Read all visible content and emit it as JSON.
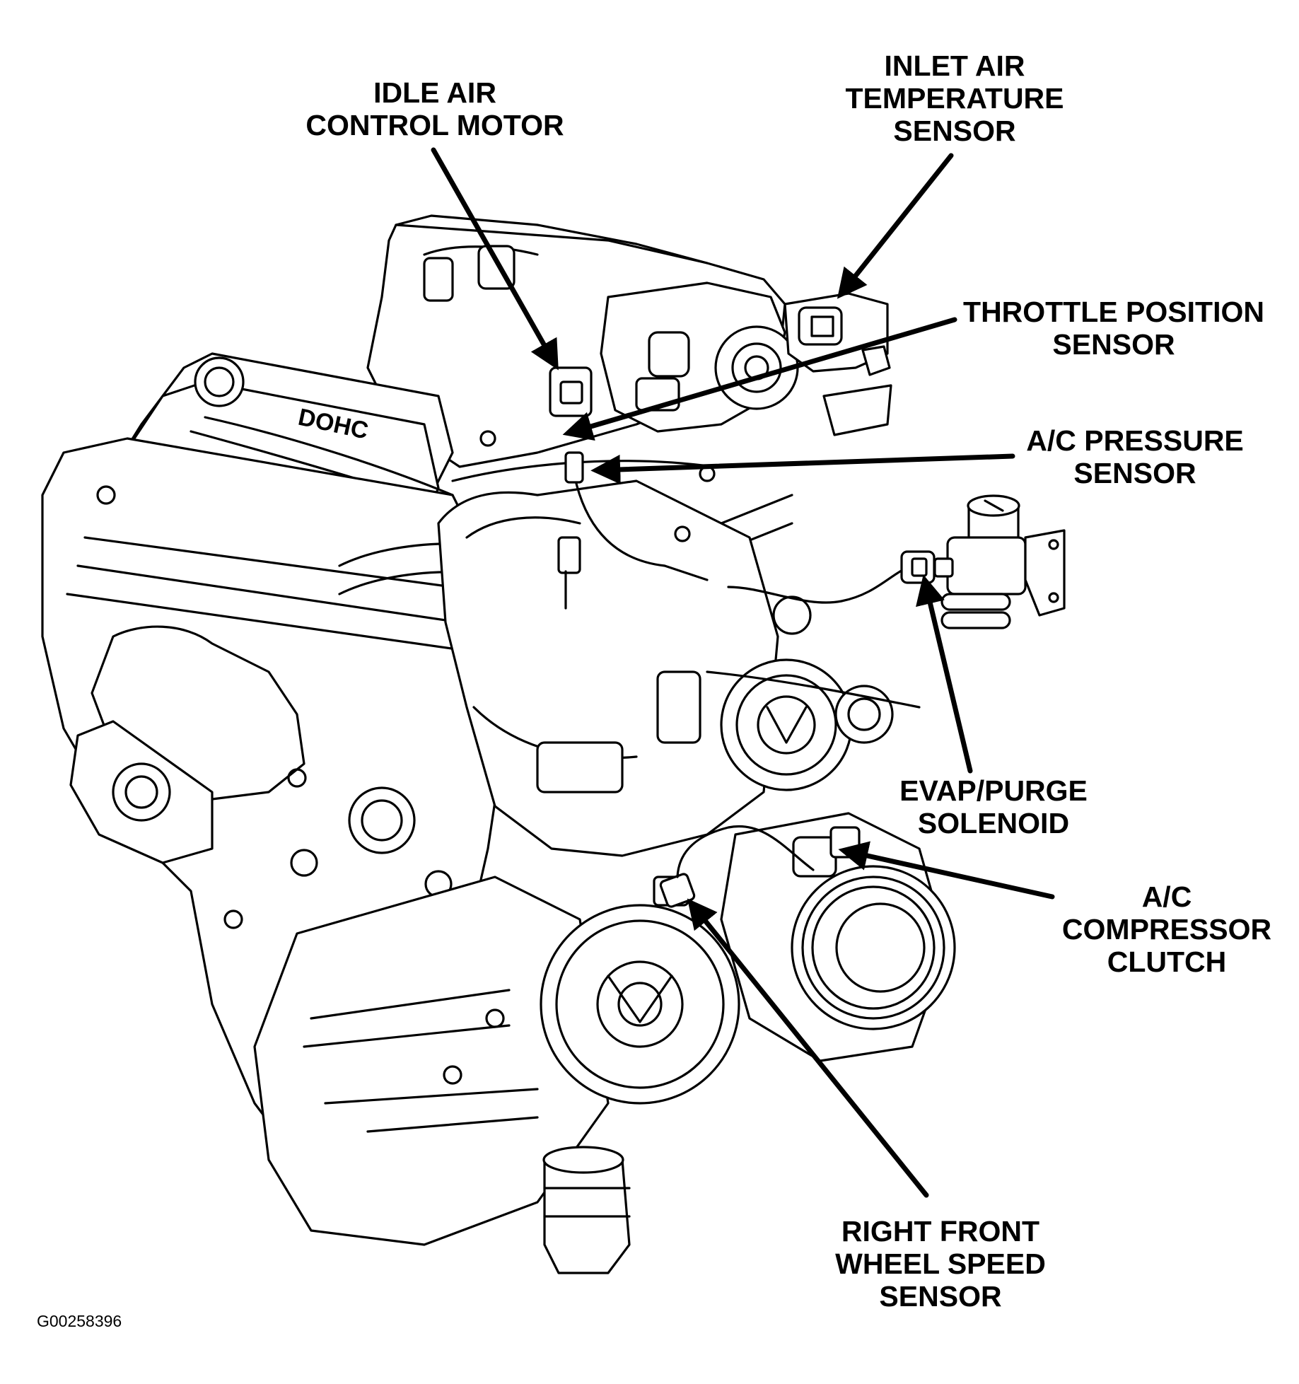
{
  "callouts": {
    "idle_air_control_motor": [
      "IDLE AIR",
      "CONTROL MOTOR"
    ],
    "inlet_air_temperature_sensor": [
      "INLET AIR",
      "TEMPERATURE",
      "SENSOR"
    ],
    "throttle_position_sensor": [
      "THROTTLE POSITION",
      "SENSOR"
    ],
    "ac_pressure_sensor": [
      "A/C PRESSURE",
      "SENSOR"
    ],
    "evap_purge_solenoid": [
      "EVAP/PURGE",
      "SOLENOID"
    ],
    "ac_compressor_clutch": [
      "A/C",
      "COMPRESSOR",
      "CLUTCH"
    ],
    "right_front_wheel_speed_sensor": [
      "RIGHT FRONT",
      "WHEEL SPEED",
      "SENSOR"
    ]
  },
  "figure_id": "G00258396",
  "engine_badge": "DOHC",
  "colors": {
    "ink": "#000000",
    "paper": "#ffffff"
  }
}
